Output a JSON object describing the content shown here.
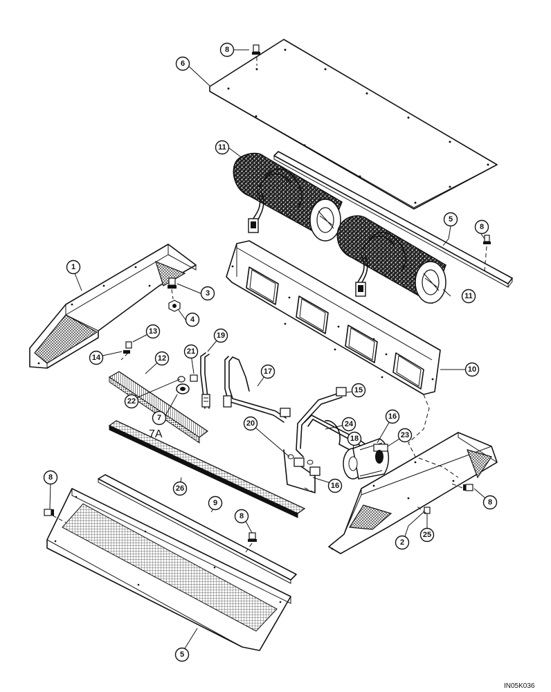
{
  "callouts": [
    {
      "id": "c1",
      "label": "1"
    },
    {
      "id": "c2",
      "label": "2"
    },
    {
      "id": "c3",
      "label": "3"
    },
    {
      "id": "c4",
      "label": "4"
    },
    {
      "id": "c5a",
      "label": "5"
    },
    {
      "id": "c5b",
      "label": "5"
    },
    {
      "id": "c6",
      "label": "6"
    },
    {
      "id": "c7",
      "label": "7"
    },
    {
      "id": "c8a",
      "label": "8"
    },
    {
      "id": "c8b",
      "label": "8"
    },
    {
      "id": "c8c",
      "label": "8"
    },
    {
      "id": "c8d",
      "label": "8"
    },
    {
      "id": "c8e",
      "label": "8"
    },
    {
      "id": "c9",
      "label": "9"
    },
    {
      "id": "c10",
      "label": "10"
    },
    {
      "id": "c11a",
      "label": "11"
    },
    {
      "id": "c11b",
      "label": "11"
    },
    {
      "id": "c12",
      "label": "12"
    },
    {
      "id": "c13",
      "label": "13"
    },
    {
      "id": "c14",
      "label": "14"
    },
    {
      "id": "c15",
      "label": "15"
    },
    {
      "id": "c16a",
      "label": "16"
    },
    {
      "id": "c16b",
      "label": "16"
    },
    {
      "id": "c17",
      "label": "17"
    },
    {
      "id": "c18",
      "label": "18"
    },
    {
      "id": "c19",
      "label": "19"
    },
    {
      "id": "c20",
      "label": "20"
    },
    {
      "id": "c21",
      "label": "21"
    },
    {
      "id": "c22",
      "label": "22"
    },
    {
      "id": "c23",
      "label": "23"
    },
    {
      "id": "c24",
      "label": "24"
    },
    {
      "id": "c25",
      "label": "25"
    },
    {
      "id": "c26",
      "label": "26"
    }
  ],
  "label_7a": "7A",
  "ref_code": "IN05K036"
}
